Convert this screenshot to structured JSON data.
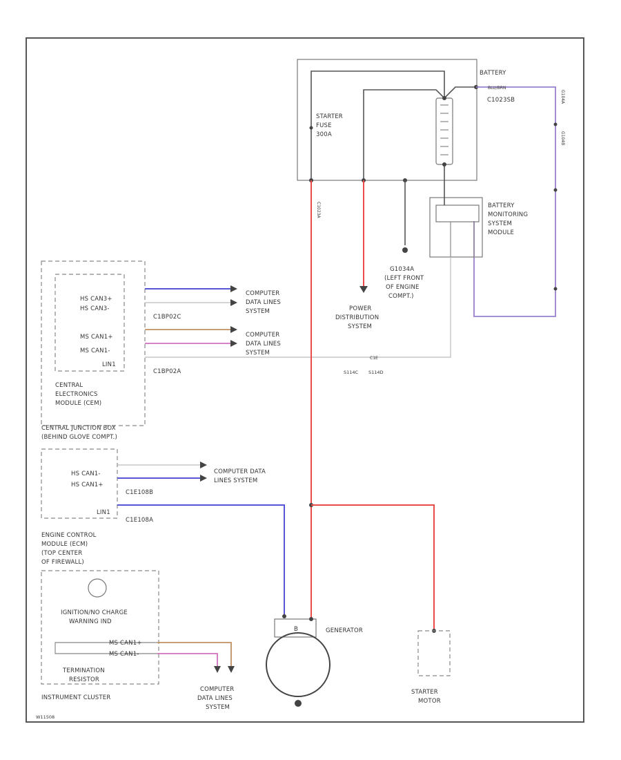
{
  "diagram_id": "W11508",
  "battery": {
    "label_1": "BATTERY",
    "connector": "C1023SB"
  },
  "starter_fuse": {
    "line1": "STARTER",
    "line2": "FUSE",
    "line3": "300A"
  },
  "bmsm": {
    "line1": "BATTERY",
    "line2": "MONITORING",
    "line3": "SYSTEM",
    "line4": "MODULE"
  },
  "ground": {
    "line1": "G1034A",
    "line2": "(LEFT FRONT",
    "line3": "OF ENGINE",
    "line4": "COMPT.)"
  },
  "power_dist": {
    "line1": "POWER",
    "line2": "DISTRIBUTION",
    "line3": "SYSTEM"
  },
  "cem": {
    "pin1": "HS CAN3+",
    "pin2": "HS CAN3-",
    "pin3": "MS CAN1+",
    "pin4": "MS CAN1-",
    "pin5": "LIN1",
    "conn1": "C1BP02C",
    "conn2": "C1BP02A",
    "name1": "CENTRAL",
    "name2": "ELECTRONICS",
    "name3": "MODULE (CEM)"
  },
  "cjb": {
    "line1": "CENTRAL JUNCTION BOX",
    "line2": "(BEHIND GLOVE COMPT.)"
  },
  "cdl": {
    "a1": "COMPUTER",
    "a2": "DATA LINES",
    "a3": "SYSTEM",
    "b1": "COMPUTER DATA",
    "b2": "LINES SYSTEM"
  },
  "ecm": {
    "pin1": "HS CAN1-",
    "pin2": "HS CAN1+",
    "pin3": "LIN1",
    "conn1": "C1E108B",
    "conn2": "C1E108A",
    "name1": "ENGINE CONTROL",
    "name2": "MODULE (ECM)",
    "name3": "(TOP CENTER",
    "name4": "OF FIREWALL)"
  },
  "ic": {
    "warn1": "IGNITION/NO CHARGE",
    "warn2": "WARNING IND",
    "pin1": "MS CAN1+",
    "pin2": "MS CAN1-",
    "term1": "TERMINATION",
    "term2": "RESISTOR",
    "name": "INSTRUMENT CLUSTER"
  },
  "generator": {
    "label": "GENERATOR",
    "terminal": "B"
  },
  "starter": {
    "line1": "STARTER",
    "line2": "MOTOR"
  },
  "splices": {
    "s1": "S114C",
    "s2": "S114D"
  }
}
